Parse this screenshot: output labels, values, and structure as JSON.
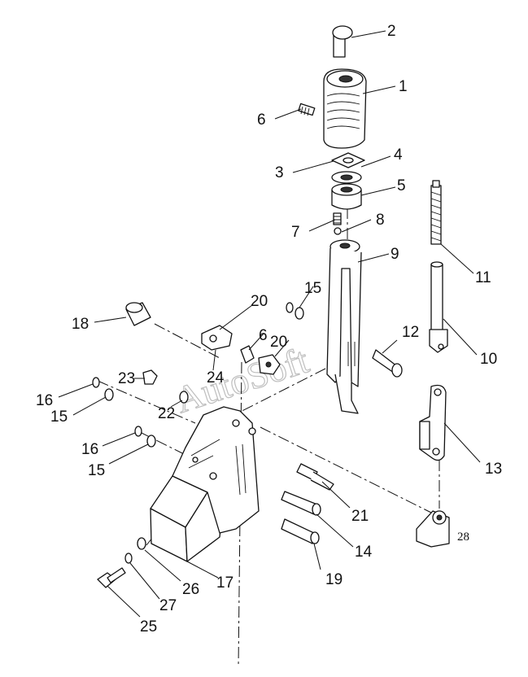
{
  "watermark": "AutoSoft",
  "callouts": [
    {
      "id": "c2",
      "text": "2"
    },
    {
      "id": "c1",
      "text": "1"
    },
    {
      "id": "c6a",
      "text": "6"
    },
    {
      "id": "c4",
      "text": "4"
    },
    {
      "id": "c3",
      "text": "3"
    },
    {
      "id": "c5",
      "text": "5"
    },
    {
      "id": "c7",
      "text": "7"
    },
    {
      "id": "c8",
      "text": "8"
    },
    {
      "id": "c9",
      "text": "9"
    },
    {
      "id": "c11",
      "text": "11"
    },
    {
      "id": "c15a",
      "text": "15"
    },
    {
      "id": "c20a",
      "text": "20"
    },
    {
      "id": "c18",
      "text": "18"
    },
    {
      "id": "c6b",
      "text": "6"
    },
    {
      "id": "c20b",
      "text": "20"
    },
    {
      "id": "c12",
      "text": "12"
    },
    {
      "id": "c10",
      "text": "10"
    },
    {
      "id": "c24",
      "text": "24"
    },
    {
      "id": "c23",
      "text": "23"
    },
    {
      "id": "c16a",
      "text": "16"
    },
    {
      "id": "c15b",
      "text": "15"
    },
    {
      "id": "c22",
      "text": "22"
    },
    {
      "id": "c16b",
      "text": "16"
    },
    {
      "id": "c15c",
      "text": "15"
    },
    {
      "id": "c13",
      "text": "13"
    },
    {
      "id": "c21",
      "text": "21"
    },
    {
      "id": "c28",
      "text": "28"
    },
    {
      "id": "c14",
      "text": "14"
    },
    {
      "id": "c19",
      "text": "19"
    },
    {
      "id": "c26",
      "text": "26"
    },
    {
      "id": "c17",
      "text": "17"
    },
    {
      "id": "c27",
      "text": "27"
    },
    {
      "id": "c25",
      "text": "25"
    }
  ]
}
